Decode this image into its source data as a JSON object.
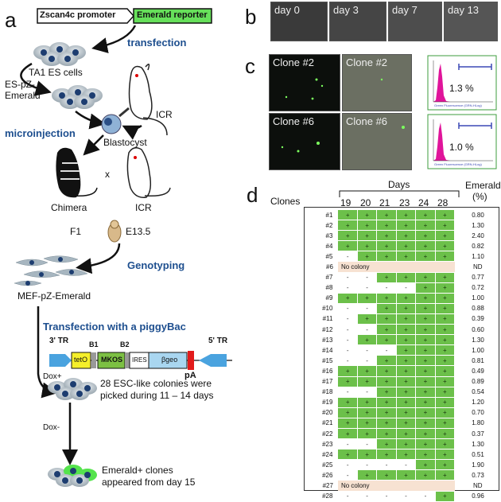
{
  "panels": {
    "a": "a",
    "b": "b",
    "c": "c",
    "d": "d"
  },
  "panel_a": {
    "promoter": "Zscan4c promoter",
    "reporter": "Emerald reporter",
    "transfection": "transfection",
    "ta1_cells": "TA1 ES cells",
    "es_pz_line1": "ES-pZ-",
    "es_pz_line2": "Emerald",
    "icr_top": "ICR",
    "microinjection": "microinjection",
    "blastocyst": "Blastocyst",
    "cross": "x",
    "chimera": "Chimera",
    "icr_bottom": "ICR",
    "f1": "F1",
    "e135": "E13.5",
    "genotyping": "Genotyping",
    "mef": "MEF-pZ-Emerald",
    "transfection_piggybac": "Transfection with a piggyBac",
    "tr3": "3' TR",
    "tr5": "5' TR",
    "b1": "B1",
    "b2": "B2",
    "teto": "tetO",
    "mkos": "MKOS",
    "ires": "IRES",
    "bgeo": "βgeo",
    "pa": "pA",
    "dox_plus": "Dox+",
    "colonies_line1": "28 ESC-like colonies were",
    "colonies_line2": "picked during 11 – 14 days",
    "dox_minus": "Dox-",
    "emerald_line1": "Emerald+ clones",
    "emerald_line2": "appeared from day 15"
  },
  "panel_b": {
    "labels": [
      "day 0",
      "day 3",
      "day 7",
      "day 13"
    ]
  },
  "panel_c": {
    "rows": [
      {
        "clone_fluor": "Clone #2",
        "clone_phase": "Clone #2",
        "percent": "1.3 %"
      },
      {
        "clone_fluor": "Clone #6",
        "clone_phase": "Clone #6",
        "percent": "1.0 %"
      }
    ],
    "hist_axis": "Green Fluorescence (GRN-HLog)"
  },
  "panel_d": {
    "days_title": "Days",
    "emerald_title": "Emerald",
    "emerald_unit": "(%)",
    "clones_header": "Clones",
    "days": [
      "19",
      "20",
      "21",
      "23",
      "24",
      "28"
    ],
    "no_colony": "No colony",
    "rows": [
      {
        "clone": "#1",
        "cells": [
          "+",
          "+",
          "+",
          "+",
          "+",
          "+"
        ],
        "emerald": "0.80"
      },
      {
        "clone": "#2",
        "cells": [
          "+",
          "+",
          "+",
          "+",
          "+",
          "+"
        ],
        "emerald": "1.30"
      },
      {
        "clone": "#3",
        "cells": [
          "+",
          "+",
          "+",
          "+",
          "+",
          "+"
        ],
        "emerald": "2.40"
      },
      {
        "clone": "#4",
        "cells": [
          "+",
          "+",
          "+",
          "+",
          "+",
          "+"
        ],
        "emerald": "0.82"
      },
      {
        "clone": "#5",
        "cells": [
          "-",
          "+",
          "+",
          "+",
          "+",
          "+"
        ],
        "emerald": "1.10"
      },
      {
        "clone": "#6",
        "cells": "nocolony",
        "emerald": "ND"
      },
      {
        "clone": "#7",
        "cells": [
          "-",
          "-",
          "+",
          "+",
          "+",
          "+"
        ],
        "emerald": "0.77"
      },
      {
        "clone": "#8",
        "cells": [
          "-",
          "-",
          "-",
          "-",
          "+",
          "+"
        ],
        "emerald": "0.72"
      },
      {
        "clone": "#9",
        "cells": [
          "+",
          "+",
          "+",
          "+",
          "+",
          "+"
        ],
        "emerald": "1.00"
      },
      {
        "clone": "#10",
        "cells": [
          "-",
          "-",
          "+",
          "+",
          "+",
          "+"
        ],
        "emerald": "0.88"
      },
      {
        "clone": "#11",
        "cells": [
          "-",
          "+",
          "+",
          "+",
          "+",
          "+"
        ],
        "emerald": "0.39"
      },
      {
        "clone": "#12",
        "cells": [
          "-",
          "-",
          "+",
          "+",
          "+",
          "+"
        ],
        "emerald": "0.60"
      },
      {
        "clone": "#13",
        "cells": [
          "-",
          "+",
          "+",
          "+",
          "+",
          "+"
        ],
        "emerald": "1.30"
      },
      {
        "clone": "#14",
        "cells": [
          "-",
          "-",
          "-",
          "+",
          "+",
          "+"
        ],
        "emerald": "1.00"
      },
      {
        "clone": "#15",
        "cells": [
          "-",
          "-",
          "+",
          "+",
          "+",
          "+"
        ],
        "emerald": "0.81"
      },
      {
        "clone": "#16",
        "cells": [
          "+",
          "+",
          "+",
          "+",
          "+",
          "+"
        ],
        "emerald": "0.49"
      },
      {
        "clone": "#17",
        "cells": [
          "+",
          "+",
          "+",
          "+",
          "+",
          "+"
        ],
        "emerald": "0.89"
      },
      {
        "clone": "#18",
        "cells": [
          "-",
          "-",
          "+",
          "+",
          "+",
          "+"
        ],
        "emerald": "0.54"
      },
      {
        "clone": "#19",
        "cells": [
          "+",
          "+",
          "+",
          "+",
          "+",
          "+"
        ],
        "emerald": "1.20"
      },
      {
        "clone": "#20",
        "cells": [
          "+",
          "+",
          "+",
          "+",
          "+",
          "+"
        ],
        "emerald": "0.70"
      },
      {
        "clone": "#21",
        "cells": [
          "+",
          "+",
          "+",
          "+",
          "+",
          "+"
        ],
        "emerald": "1.80"
      },
      {
        "clone": "#22",
        "cells": [
          "+",
          "+",
          "+",
          "+",
          "+",
          "+"
        ],
        "emerald": "0.37"
      },
      {
        "clone": "#23",
        "cells": [
          "-",
          "-",
          "+",
          "+",
          "+",
          "+"
        ],
        "emerald": "1.30"
      },
      {
        "clone": "#24",
        "cells": [
          "+",
          "+",
          "+",
          "+",
          "+",
          "+"
        ],
        "emerald": "0.51"
      },
      {
        "clone": "#25",
        "cells": [
          "-",
          "-",
          "-",
          "-",
          "+",
          "+"
        ],
        "emerald": "1.90"
      },
      {
        "clone": "#26",
        "cells": [
          "-",
          "+",
          "+",
          "+",
          "+",
          "+"
        ],
        "emerald": "0.73"
      },
      {
        "clone": "#27",
        "cells": "nocolony",
        "emerald": "ND"
      },
      {
        "clone": "#28",
        "cells": [
          "-",
          "-",
          "-",
          "-",
          "-",
          "+"
        ],
        "emerald": "0.96"
      }
    ]
  },
  "colors": {
    "green": "#6cc04a",
    "blue_label": "#1e4f8f",
    "no_colony": "#f7e2d2",
    "emerald_box": "#66e05a",
    "pink_hist": "#e0149a"
  }
}
